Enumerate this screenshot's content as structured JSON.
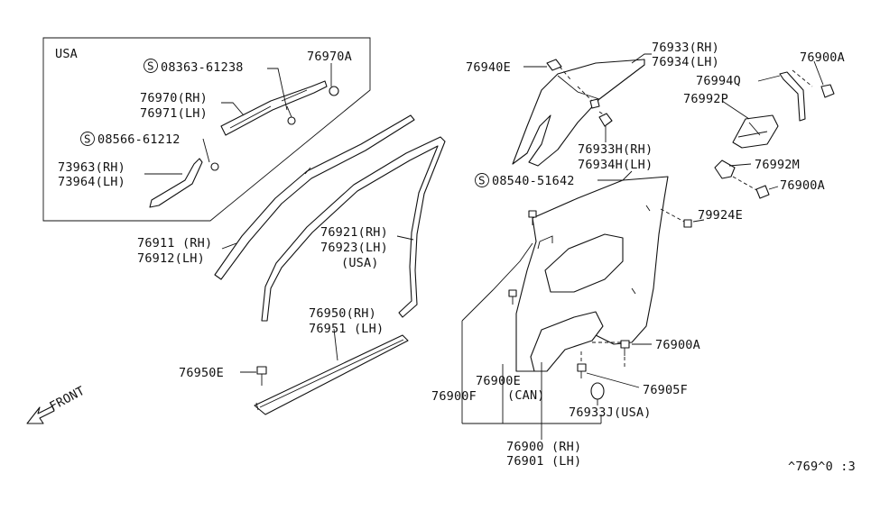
{
  "diagram": {
    "inset_label": "USA",
    "front_label": "FRONT",
    "ref_code": "^769^0 :3",
    "parts": {
      "p76970A": "76970A",
      "p08363": "08363-61238",
      "p76970": "76970(RH)",
      "p76971": "76971(LH)",
      "p08566": "08566-61212",
      "p73963": "73963(RH)",
      "p73964": "73964(LH)",
      "p76911": "76911 (RH)",
      "p76912": "76912(LH)",
      "p76921": "76921(RH)",
      "p76923": "76923(LH)",
      "p76923_note": "(USA)",
      "p76950": "76950(RH)",
      "p76951": "76951 (LH)",
      "p76950E": "76950E",
      "p76940E": "76940E",
      "p76933": "76933(RH)",
      "p76934": "76934(LH)",
      "p76933H": "76933H(RH)",
      "p76934H": "76934H(LH)",
      "p08540": "08540-51642",
      "p76900A_top": "76900A",
      "p76994Q": "76994Q",
      "p76992P": "76992P",
      "p76992M": "76992M",
      "p76900A_mid": "76900A",
      "p79924E": "79924E",
      "p76900A_low": "76900A",
      "p76905F": "76905F",
      "p76933J": "76933J(USA)",
      "p76900E": "76900E",
      "p76900E_note": "(CAN)",
      "p76900F": "76900F",
      "p76900": "76900 (RH)",
      "p76901": "76901 (LH)"
    },
    "screw_symbol": "S"
  }
}
